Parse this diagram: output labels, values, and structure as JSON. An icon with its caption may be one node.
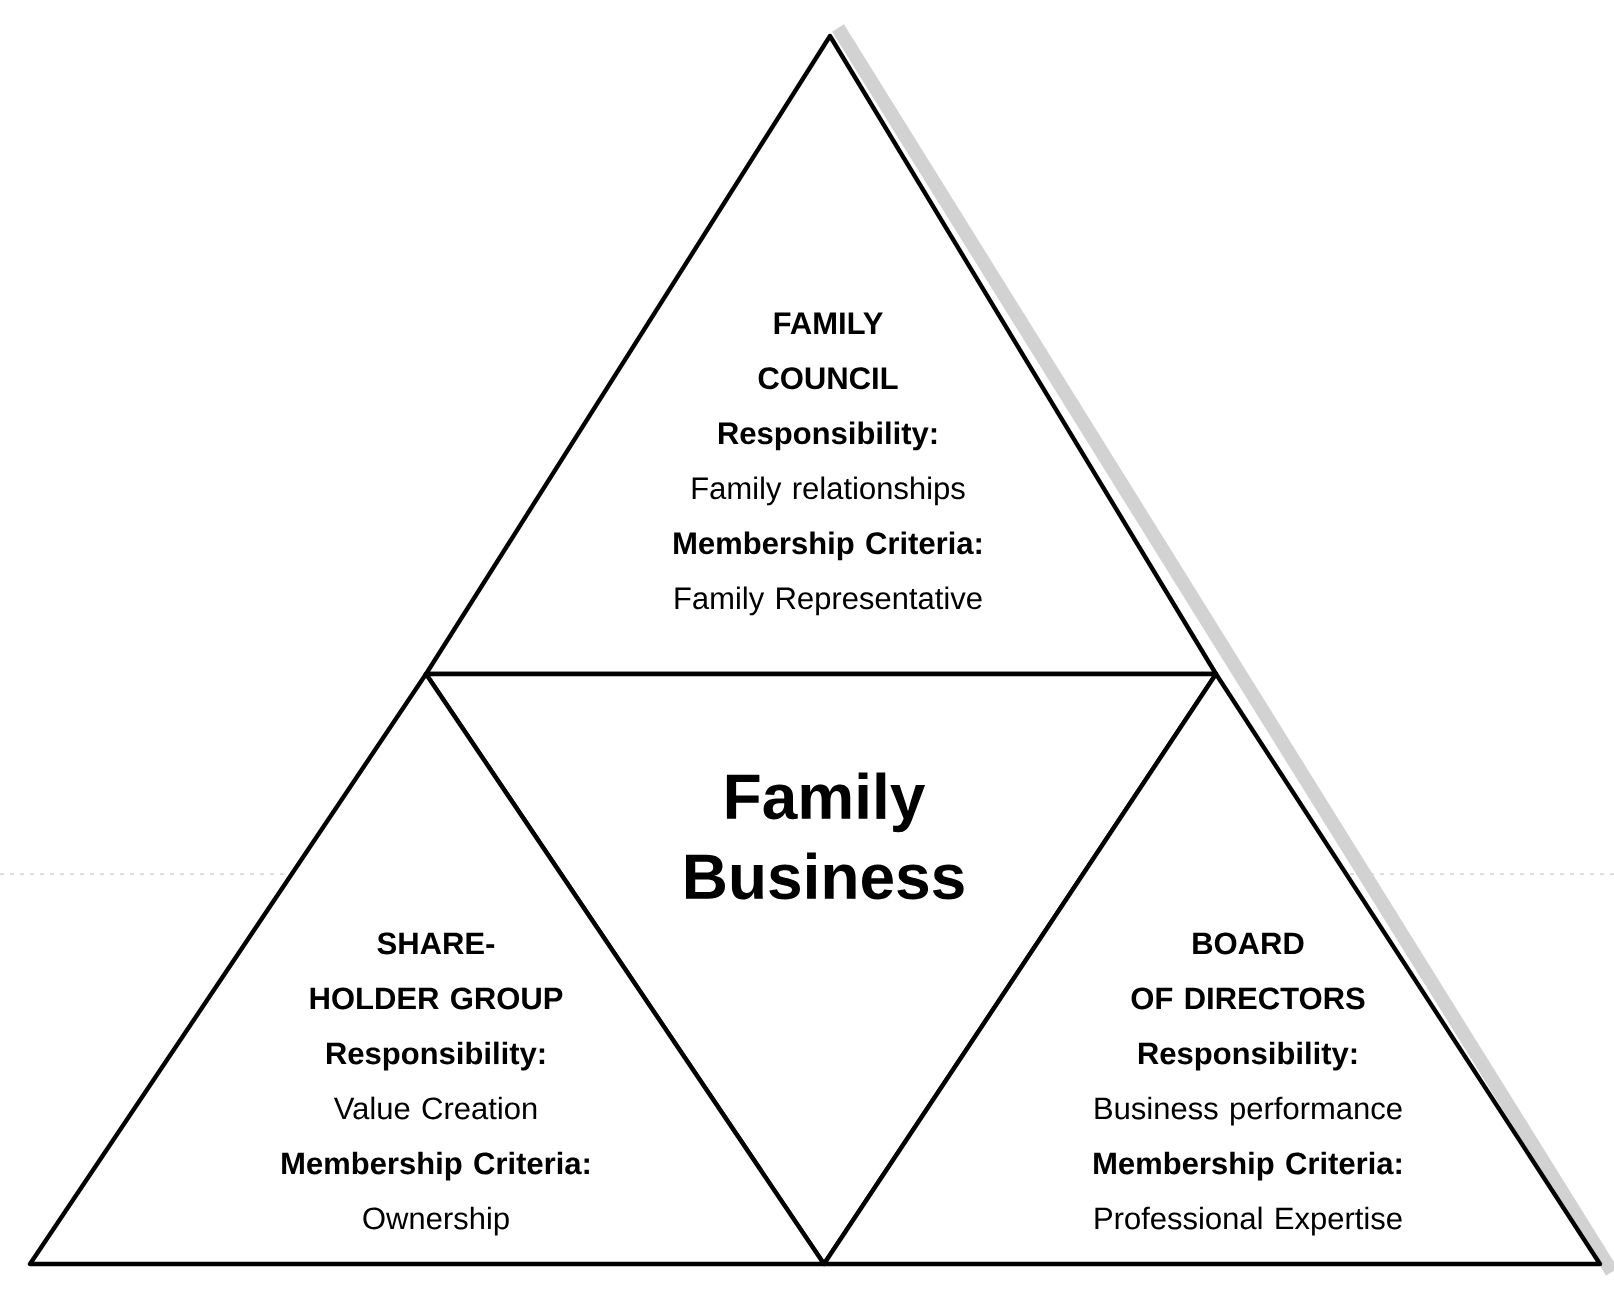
{
  "diagram": {
    "nodes": [
      {
        "text": [
          "FAMILY COUNCIL",
          "Responsibility:",
          "Family relationships",
          "Membership Criteria:",
          "Family Representative"
        ]
      },
      {
        "text": [
          "Family Business"
        ]
      },
      {
        "text": [
          "SHARE- HOLDER GROUP",
          "Responsibility:",
          "Value Creation",
          "Membership Criteria:",
          "Ownership"
        ]
      },
      {
        "text": [
          "BOARD OF DIRECTORS",
          "Responsibility:",
          "Business performance",
          "Membership Criteria:",
          "Professional Expertise"
        ]
      }
    ],
    "edges": []
  }
}
